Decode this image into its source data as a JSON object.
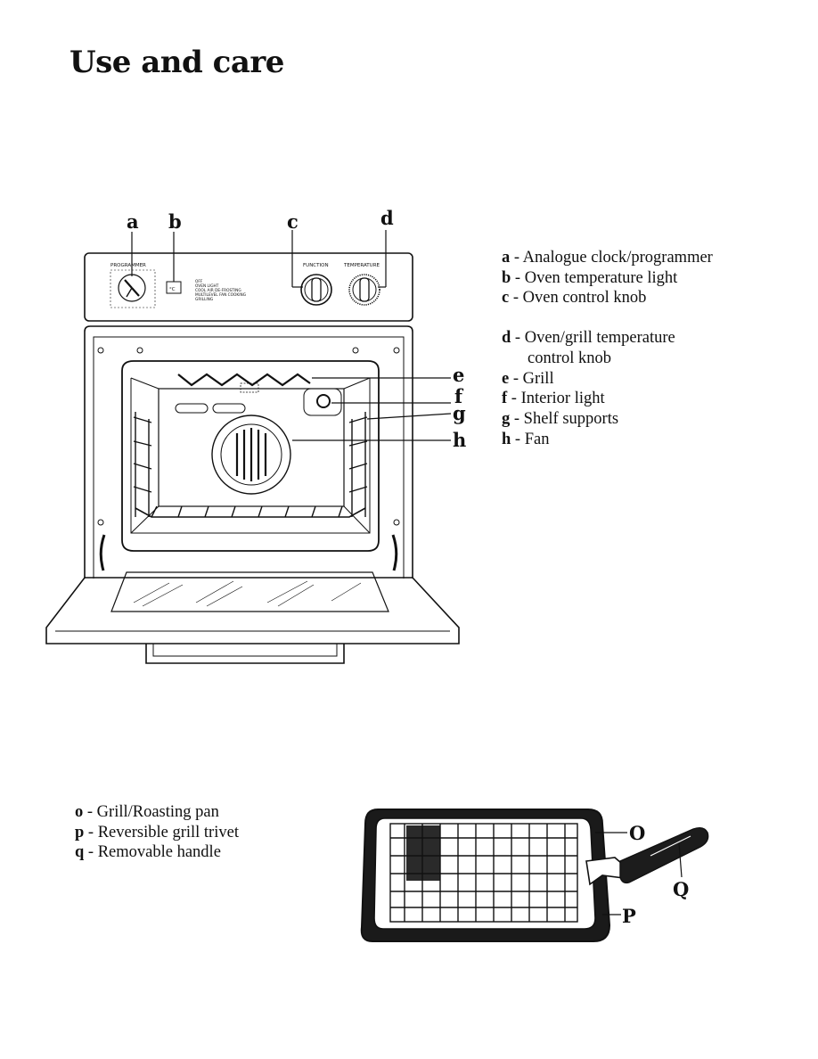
{
  "page": {
    "title": "Use and care"
  },
  "oven": {
    "callouts": {
      "a": "a",
      "b": "b",
      "c": "c",
      "d": "d",
      "e": "e",
      "f": "f",
      "g": "g",
      "h": "h"
    },
    "panel": {
      "programmer": "PROGRAMMER",
      "function": "FUNCTION",
      "temperature": "TEMPERATURE",
      "temp_light": "°C",
      "modes": [
        "OFF",
        "OVEN LIGHT",
        "COOL AIR DE-FROSTING",
        "MULTILEVEL FAN COOKING",
        "GRILLING"
      ]
    }
  },
  "legend_oven": [
    {
      "key": "a",
      "text": "Analogue clock/programmer"
    },
    {
      "key": "b",
      "text": "Oven temperature light"
    },
    {
      "key": "c",
      "text": "Oven control knob"
    },
    {
      "key": "d",
      "text": "Oven/grill temperature",
      "cont": "control knob"
    },
    {
      "key": "e",
      "text": "Grill"
    },
    {
      "key": "f",
      "text": "Interior light"
    },
    {
      "key": "g",
      "text": "Shelf supports"
    },
    {
      "key": "h",
      "text": "Fan"
    }
  ],
  "legend_pan": [
    {
      "key": "o",
      "text": "Grill/Roasting pan"
    },
    {
      "key": "p",
      "text": "Reversible grill trivet"
    },
    {
      "key": "q",
      "text": "Removable handle"
    }
  ],
  "pan_callouts": {
    "o": "O",
    "p": "P",
    "q": "Q"
  },
  "separator": " - "
}
